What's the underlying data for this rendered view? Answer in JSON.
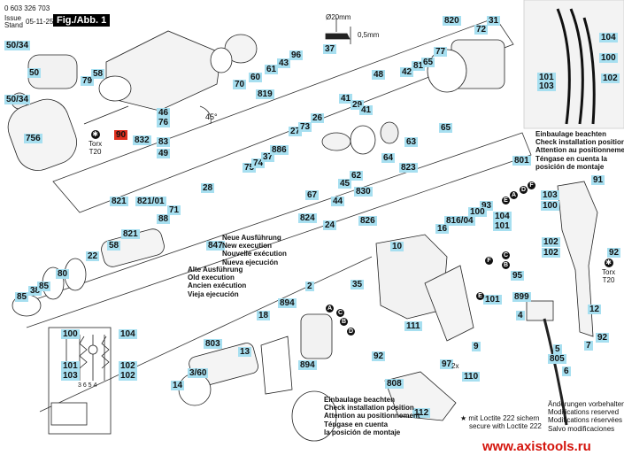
{
  "header": {
    "part_number": "0 603 326 703",
    "issue_label": "Issue",
    "stand_label": "Stand",
    "issue_date": "05-11-25",
    "figure_tag": "Fig./Abb. 1"
  },
  "dimension_note": {
    "diameter": "Ø20mm",
    "thickness": "0,5mm"
  },
  "callouts": [
    {
      "id": "c-50-34-top",
      "text": "50/34"
    },
    {
      "id": "c-50",
      "text": "50"
    },
    {
      "id": "c-50-34",
      "text": "50/34"
    },
    {
      "id": "c-756",
      "text": "756"
    },
    {
      "id": "c-79",
      "text": "79"
    },
    {
      "id": "c-58-top",
      "text": "58"
    },
    {
      "id": "c-90",
      "text": "90",
      "highlight": "red"
    },
    {
      "id": "c-46",
      "text": "46"
    },
    {
      "id": "c-76",
      "text": "76"
    },
    {
      "id": "c-832",
      "text": "832"
    },
    {
      "id": "c-83",
      "text": "83"
    },
    {
      "id": "c-49",
      "text": "49"
    },
    {
      "id": "c-70",
      "text": "70"
    },
    {
      "id": "c-60",
      "text": "60"
    },
    {
      "id": "c-61",
      "text": "61"
    },
    {
      "id": "c-43",
      "text": "43"
    },
    {
      "id": "c-96",
      "text": "96"
    },
    {
      "id": "c-819",
      "text": "819"
    },
    {
      "id": "c-37-top",
      "text": "37"
    },
    {
      "id": "c-820",
      "text": "820"
    },
    {
      "id": "c-31",
      "text": "31"
    },
    {
      "id": "c-72",
      "text": "72"
    },
    {
      "id": "c-77",
      "text": "77"
    },
    {
      "id": "c-42",
      "text": "42"
    },
    {
      "id": "c-81",
      "text": "81"
    },
    {
      "id": "c-65-a",
      "text": "65"
    },
    {
      "id": "c-48",
      "text": "48"
    },
    {
      "id": "c-65-b",
      "text": "65"
    },
    {
      "id": "c-41-a",
      "text": "41"
    },
    {
      "id": "c-29",
      "text": "29"
    },
    {
      "id": "c-41-b",
      "text": "41"
    },
    {
      "id": "c-63",
      "text": "63"
    },
    {
      "id": "c-64",
      "text": "64"
    },
    {
      "id": "c-823",
      "text": "823"
    },
    {
      "id": "c-26",
      "text": "26"
    },
    {
      "id": "c-27",
      "text": "27"
    },
    {
      "id": "c-73",
      "text": "73"
    },
    {
      "id": "c-75",
      "text": "75"
    },
    {
      "id": "c-74",
      "text": "74"
    },
    {
      "id": "c-37",
      "text": "37"
    },
    {
      "id": "c-886",
      "text": "886"
    },
    {
      "id": "c-62",
      "text": "62"
    },
    {
      "id": "c-45",
      "text": "45"
    },
    {
      "id": "c-830",
      "text": "830"
    },
    {
      "id": "c-28",
      "text": "28"
    },
    {
      "id": "c-67",
      "text": "67"
    },
    {
      "id": "c-44",
      "text": "44"
    },
    {
      "id": "c-824",
      "text": "824"
    },
    {
      "id": "c-24",
      "text": "24"
    },
    {
      "id": "c-826",
      "text": "826"
    },
    {
      "id": "c-821-a",
      "text": "821"
    },
    {
      "id": "c-821-01",
      "text": "821/01"
    },
    {
      "id": "c-88",
      "text": "88"
    },
    {
      "id": "c-71",
      "text": "71"
    },
    {
      "id": "c-821-b",
      "text": "821"
    },
    {
      "id": "c-58",
      "text": "58"
    },
    {
      "id": "c-22",
      "text": "22"
    },
    {
      "id": "c-80",
      "text": "80"
    },
    {
      "id": "c-85-a",
      "text": "85"
    },
    {
      "id": "c-38",
      "text": "38"
    },
    {
      "id": "c-85-b",
      "text": "85"
    },
    {
      "id": "c-847",
      "text": "847"
    },
    {
      "id": "c-104-top",
      "text": "104"
    },
    {
      "id": "c-100-top",
      "text": "100"
    },
    {
      "id": "c-101-top",
      "text": "101"
    },
    {
      "id": "c-103-top",
      "text": "103"
    },
    {
      "id": "c-102-top",
      "text": "102"
    },
    {
      "id": "c-801",
      "text": "801"
    },
    {
      "id": "c-91",
      "text": "91"
    },
    {
      "id": "c-103",
      "text": "103"
    },
    {
      "id": "c-100",
      "text": "100"
    },
    {
      "id": "c-104",
      "text": "104"
    },
    {
      "id": "c-101",
      "text": "101"
    },
    {
      "id": "c-93",
      "text": "93"
    },
    {
      "id": "c-100-b",
      "text": "100"
    },
    {
      "id": "c-816-04",
      "text": "816/04"
    },
    {
      "id": "c-16",
      "text": "16"
    },
    {
      "id": "c-10",
      "text": "10"
    },
    {
      "id": "c-102-a",
      "text": "102"
    },
    {
      "id": "c-102-b",
      "text": "102"
    },
    {
      "id": "c-95",
      "text": "95"
    },
    {
      "id": "c-92-r",
      "text": "92"
    },
    {
      "id": "c-899",
      "text": "899"
    },
    {
      "id": "c-101-b",
      "text": "101"
    },
    {
      "id": "c-35",
      "text": "35"
    },
    {
      "id": "c-2",
      "text": "2"
    },
    {
      "id": "c-894-a",
      "text": "894"
    },
    {
      "id": "c-894-b",
      "text": "894"
    },
    {
      "id": "c-18",
      "text": "18"
    },
    {
      "id": "c-803",
      "text": "803"
    },
    {
      "id": "c-13",
      "text": "13"
    },
    {
      "id": "c-3-60",
      "text": "3/60"
    },
    {
      "id": "c-14",
      "text": "14"
    },
    {
      "id": "c-111",
      "text": "111"
    },
    {
      "id": "c-9",
      "text": "9"
    },
    {
      "id": "c-92-b",
      "text": "92"
    },
    {
      "id": "c-97",
      "text": "97"
    },
    {
      "id": "c-110",
      "text": "110"
    },
    {
      "id": "c-808",
      "text": "808"
    },
    {
      "id": "c-112",
      "text": "112"
    },
    {
      "id": "c-4",
      "text": "4"
    },
    {
      "id": "c-12",
      "text": "12"
    },
    {
      "id": "c-92-c",
      "text": "92"
    },
    {
      "id": "c-7",
      "text": "7"
    },
    {
      "id": "c-5",
      "text": "5"
    },
    {
      "id": "c-805",
      "text": "805"
    },
    {
      "id": "c-6",
      "text": "6"
    },
    {
      "id": "c-100-w",
      "text": "100"
    },
    {
      "id": "c-104-w",
      "text": "104"
    },
    {
      "id": "c-101-w",
      "text": "101"
    },
    {
      "id": "c-103-w",
      "text": "103"
    },
    {
      "id": "c-102-w1",
      "text": "102"
    },
    {
      "id": "c-102-w2",
      "text": "102"
    }
  ],
  "connection_markers": [
    "A",
    "B",
    "C",
    "D",
    "E",
    "F"
  ],
  "torx": {
    "label": "Torx",
    "size": "T20"
  },
  "angle_note": "45°",
  "qty_note": "2x",
  "switch_terminals": "3 6 5 4",
  "notes": {
    "new_execution": [
      "Neue Ausführung",
      "New execution",
      "Nouvelle exécution",
      "Nueva ejecución"
    ],
    "old_execution": [
      "Alte Ausführung",
      "Old execution",
      "Ancien exécution",
      "Vieja ejecución"
    ],
    "install_position": [
      "Einbaulage beachten",
      "Check installation position",
      "Attention au positionnement",
      "Téngase en cuenta la",
      "posición de montaje"
    ],
    "install_position_2": [
      "Einbaulage beachten",
      "Check installation position",
      "Attention au positionnement",
      "Téngase en cuenta",
      "la posición de montaje"
    ],
    "loctite": [
      "mit Loctite 222 sichern",
      "secure with Loctite 222"
    ],
    "modifications": [
      "Änderungen vorbehalten",
      "Modifications reserved",
      "Modifications réservées",
      "Salvo modificaciones"
    ]
  },
  "watermark": "www.axistools.ru",
  "colors": {
    "callout_bg": "#a7dff0",
    "highlight_bg": "#e0301e",
    "watermark": "#d4140c"
  }
}
